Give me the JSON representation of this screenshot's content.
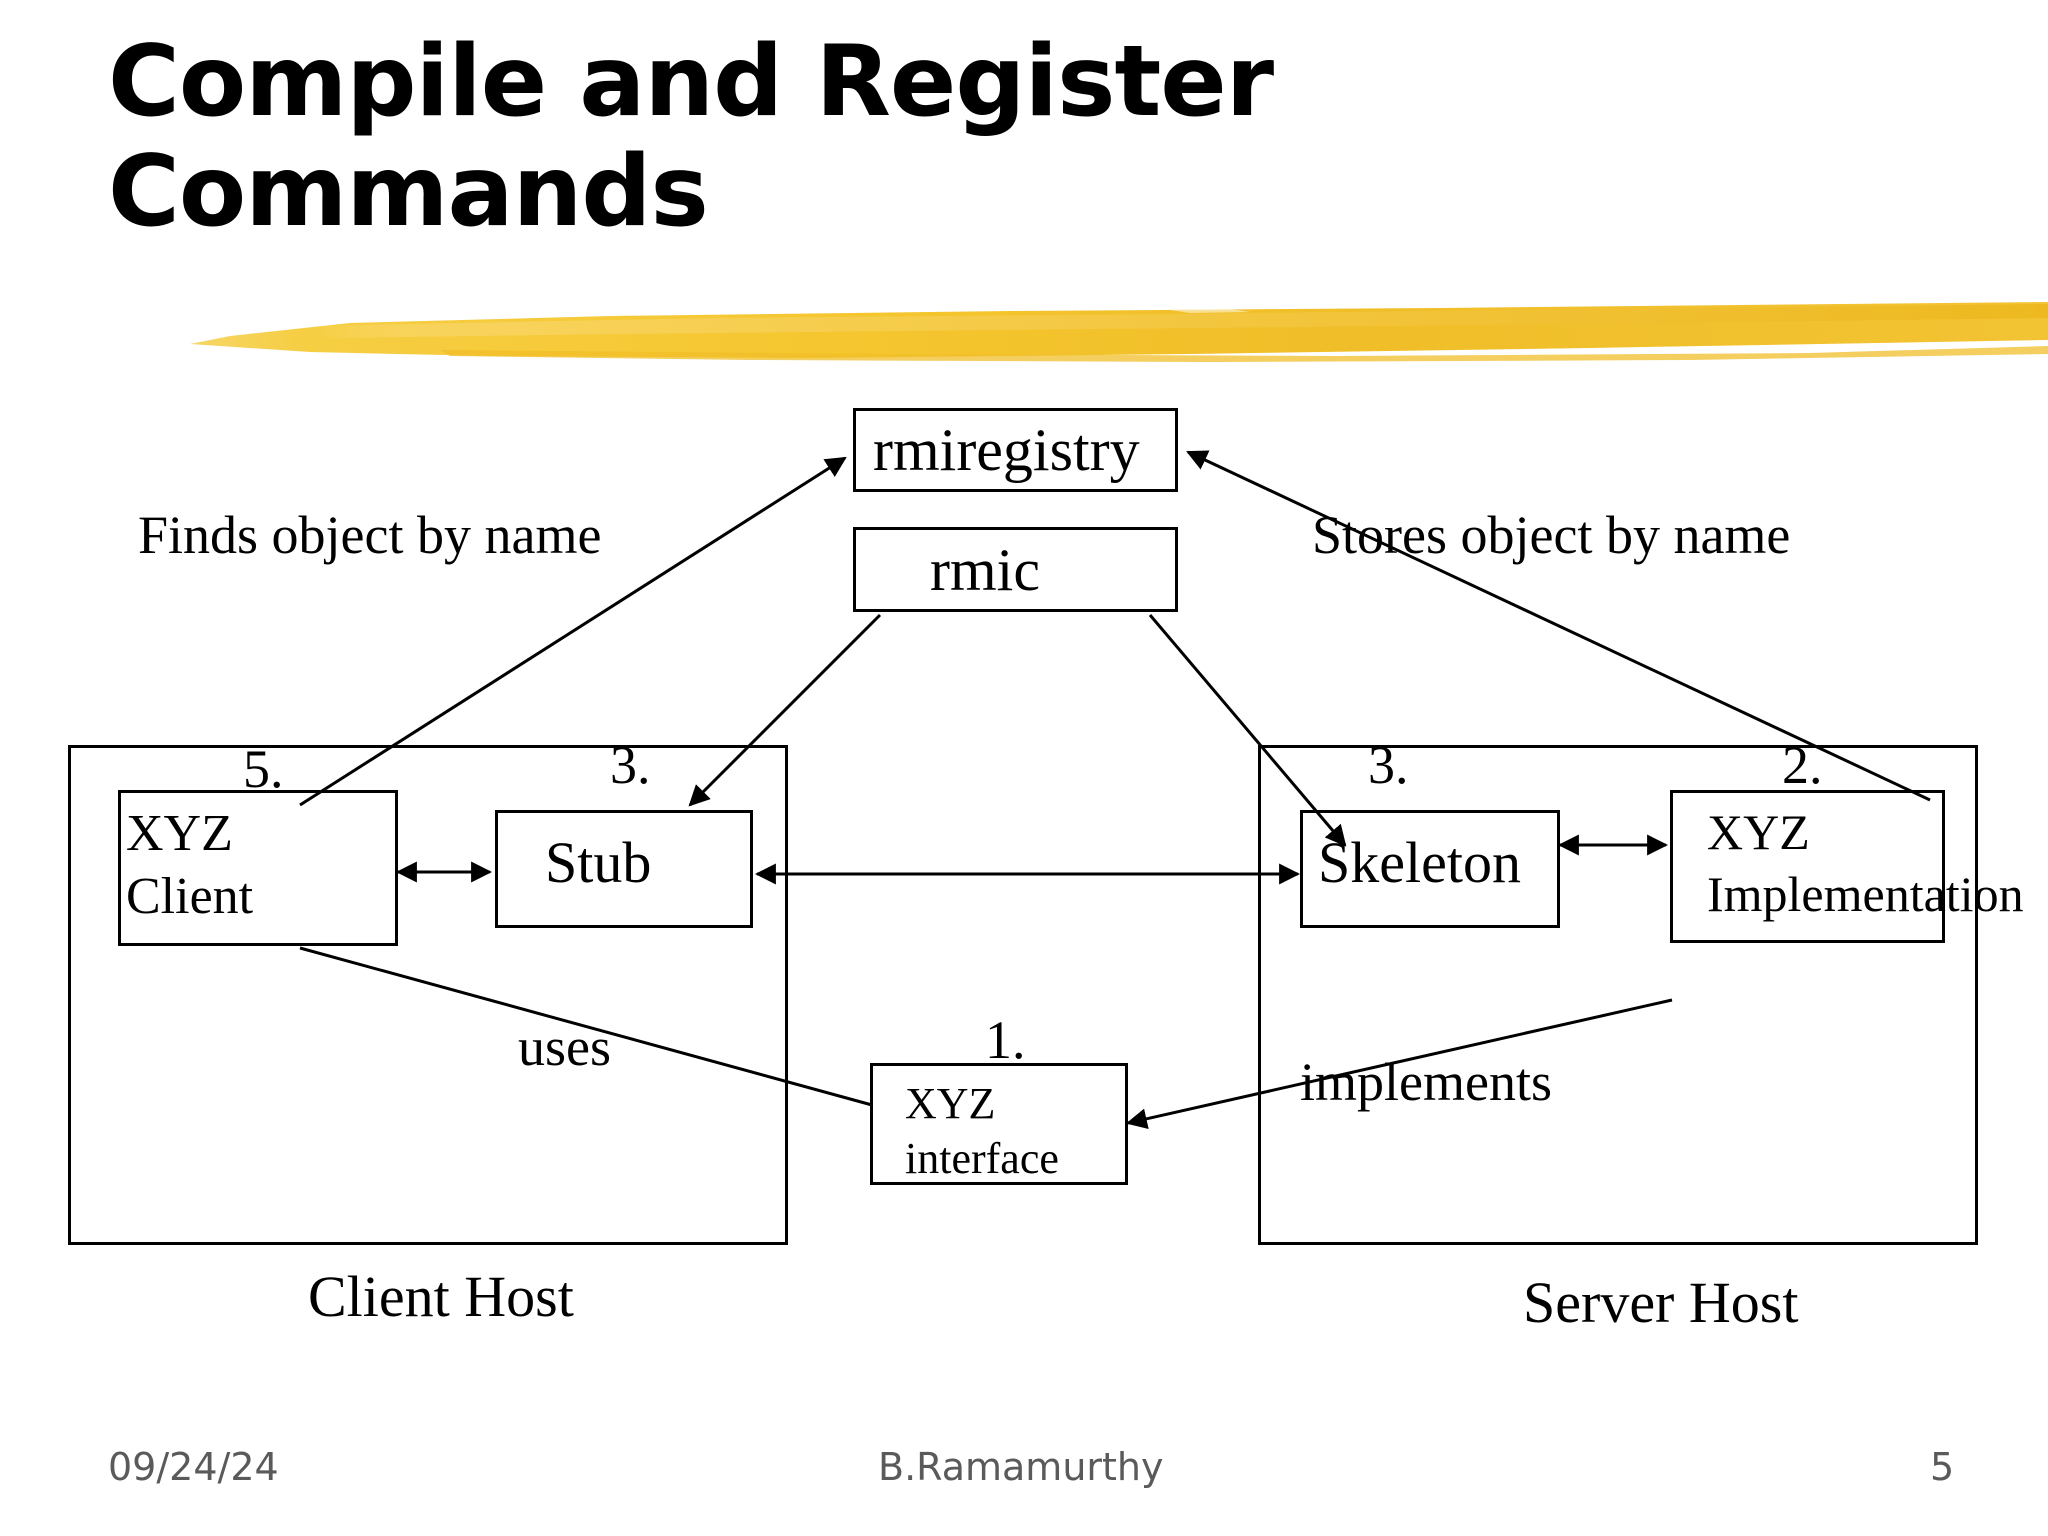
{
  "slide": {
    "title": "Compile and Register\nCommands",
    "accent_color": "#F2C12E",
    "text_color": "#000000",
    "footer_color": "#5a5a5a",
    "background": "#ffffff"
  },
  "diagram": {
    "type": "rmi-architecture",
    "nodes": [
      {
        "id": "rmiregistry",
        "label": "rmiregistry",
        "step": null
      },
      {
        "id": "rmic",
        "label": "rmic",
        "step": null
      },
      {
        "id": "xyz-client",
        "label_line1": "XYZ",
        "label_line2": "Client",
        "step": "5."
      },
      {
        "id": "stub",
        "label": "Stub",
        "step": "3."
      },
      {
        "id": "skeleton",
        "label": "Skeleton",
        "step": "3."
      },
      {
        "id": "xyz-impl",
        "label_line1": "XYZ",
        "label_line2": "Implementation",
        "step": "2."
      },
      {
        "id": "xyz-interface",
        "label_line1": "XYZ",
        "label_line2": "interface",
        "step": "1."
      }
    ],
    "containers": [
      {
        "id": "client-host",
        "label": "Client Host"
      },
      {
        "id": "server-host",
        "label": "Server Host"
      }
    ],
    "annotations": [
      {
        "id": "finds",
        "text": "Finds object by name"
      },
      {
        "id": "stores",
        "text": "Stores object by name"
      },
      {
        "id": "uses",
        "text": "uses"
      },
      {
        "id": "implements",
        "text": "implements"
      }
    ],
    "steps": {
      "step1": "1.",
      "step2": "2.",
      "step3_client": "3.",
      "step3_server": "3.",
      "step5": "5."
    }
  },
  "footer": {
    "date": "09/24/24",
    "author": "B.Ramamurthy",
    "page": "5"
  }
}
